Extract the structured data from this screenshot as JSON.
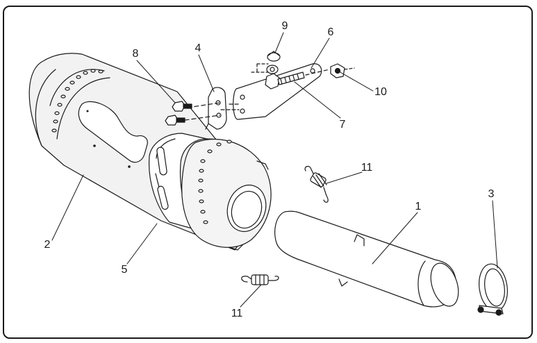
{
  "diagram": {
    "callouts": [
      {
        "id": "c1",
        "label": "1"
      },
      {
        "id": "c2",
        "label": "2"
      },
      {
        "id": "c3",
        "label": "3"
      },
      {
        "id": "c4",
        "label": "4"
      },
      {
        "id": "c5",
        "label": "5"
      },
      {
        "id": "c6",
        "label": "6"
      },
      {
        "id": "c7",
        "label": "7"
      },
      {
        "id": "c8",
        "label": "8"
      },
      {
        "id": "c9",
        "label": "9"
      },
      {
        "id": "c10",
        "label": "10"
      },
      {
        "id": "c11a",
        "label": "11"
      },
      {
        "id": "c11b",
        "label": "11"
      }
    ]
  }
}
